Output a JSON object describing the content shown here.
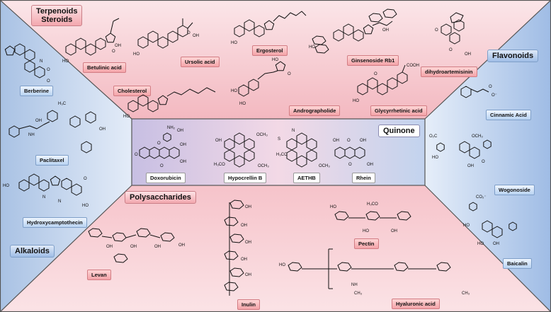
{
  "colors": {
    "terpenoid_bg": "#f6c9cf",
    "polysaccharide_bg": "#f7cdd3",
    "flavonoid_bg": "#b8cfee",
    "alkaloid_bg": "#bccfe9",
    "quinone_bg": "#d7cfe9",
    "label_red": "#f4a3a8",
    "label_blue": "#b9d3f2"
  },
  "sections": {
    "terpenoids": {
      "title_line1": "Terpenoids",
      "title_line2": "Steroids",
      "compounds": [
        "Betulinic acid",
        "Ursolic acid",
        "Ergosterol",
        "Ginsenoside Rb1",
        "dihydroartemisinin",
        "Cholesterol",
        "Andrographolide",
        "Glycyrrhetinic acid"
      ]
    },
    "flavonoids": {
      "title": "Flavonoids",
      "compounds": [
        "Cinnamic Acid",
        "Wogonoside",
        "Baicalin"
      ]
    },
    "alkaloids": {
      "title": "Alkaloids",
      "compounds": [
        "Berberine",
        "Paclitaxel",
        "Hydroxycamptothecin"
      ]
    },
    "quinone": {
      "title": "Quinone",
      "compounds": [
        "Doxorubicin",
        "Hypocrellin B",
        "AETHB",
        "Rhein"
      ]
    },
    "polysaccharides": {
      "title": "Polysaccharides",
      "compounds": [
        "Levan",
        "Inulin",
        "Pectin",
        "Hyaluronic acid"
      ]
    }
  }
}
